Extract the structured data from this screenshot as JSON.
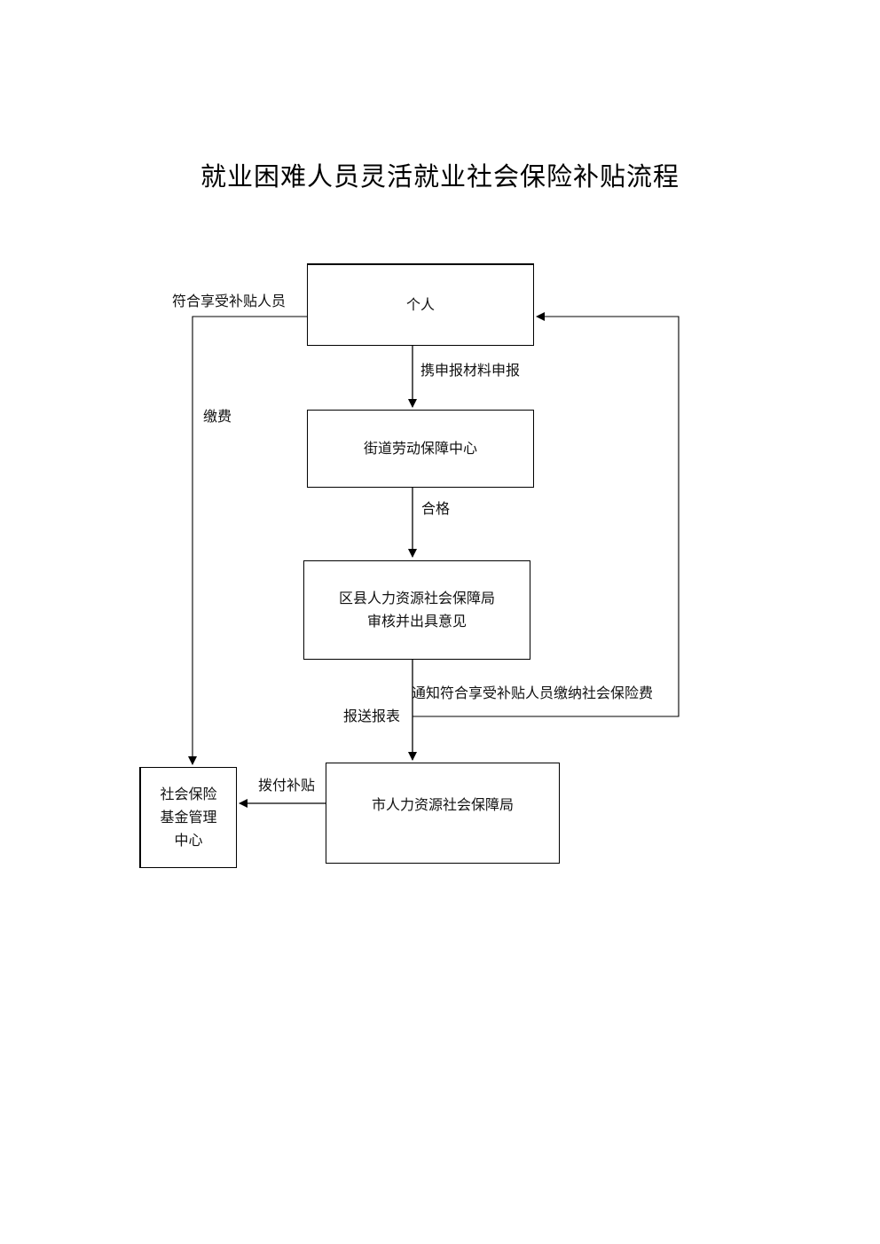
{
  "title": "就业困难人员灵活就业社会保险补贴流程",
  "nodes": {
    "individual": "个人",
    "street_center": "街道劳动保障中心",
    "district_bureau_line1": "区县人力资源社会保障局",
    "district_bureau_line2": "审核并出具意见",
    "city_bureau": "市人力资源社会保障局",
    "fund_center_line1": "社会保险",
    "fund_center_line2": "基金管理",
    "fund_center_line3": "中心"
  },
  "edges": {
    "eligible_persons": "符合享受补贴人员",
    "pay_fees": "缴费",
    "submit_materials": "携申报材料申报",
    "qualified": "合格",
    "notify_pay": "通知符合享受补贴人员缴纳社会保险费",
    "submit_report": "报送报表",
    "allocate_subsidy": "拨付补贴"
  }
}
